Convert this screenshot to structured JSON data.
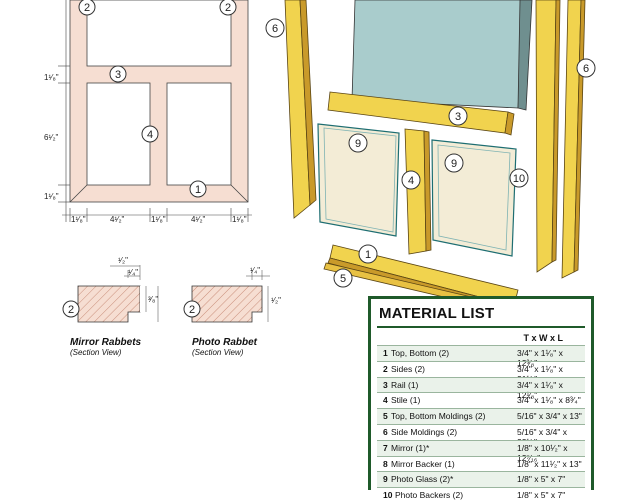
{
  "callouts": {
    "c2a": "2",
    "c2b": "2",
    "c3": "3",
    "c4": "4",
    "c1": "1",
    "e6l": "6",
    "e6r": "6",
    "e3": "3",
    "e9l": "9",
    "e9r": "9",
    "e4": "4",
    "e10": "10",
    "e1": "1",
    "e5": "5",
    "s2a": "2",
    "s2b": "2"
  },
  "dimensions": {
    "v1": "1¹⁄₈\"",
    "v2": "6¹⁄₂\"",
    "v3": "1¹⁄₈\"",
    "h1": "1¹⁄₈\"",
    "h2": "4¹⁄₂\"",
    "h3": "1¹⁄₈\"",
    "h4": "4¹⁄₂\"",
    "h5": "1¹⁄₈\"",
    "m1": "¹⁄₂\"",
    "m2": "¹⁄₄\"",
    "m3": "³⁄₈\"",
    "p1": "¹⁄₄\"",
    "p2": "¹⁄₂\""
  },
  "sections": {
    "mirror": {
      "title": "Mirror Rabbets",
      "subtitle": "(Section View)"
    },
    "photo": {
      "title": "Photo Rabbet",
      "subtitle": "(Section View)"
    }
  },
  "material_list": {
    "title": "MATERIAL LIST",
    "header": "T x W x L",
    "rows": [
      {
        "num": "1",
        "part": "Top, Bottom (2)",
        "dims": "3/4\" x 1¹⁄₈\" x 12³⁄₈\""
      },
      {
        "num": "2",
        "part": "Sides (2)",
        "dims": "3/4\" x 1¹⁄₈\" x 21¹⁄₈\""
      },
      {
        "num": "3",
        "part": "Rail (1)",
        "dims": "3/4\" x 1¹⁄₈\" x 12¹⁄₈\""
      },
      {
        "num": "4",
        "part": "Stile (1)",
        "dims": "3/4\" x 1¹⁄₈\" x 8³⁄₄\""
      },
      {
        "num": "5",
        "part": "Top, Bottom Moldings (2)",
        "dims": "5/16\" x 3/4\" x 13\""
      },
      {
        "num": "6",
        "part": "Side Moldings (2)",
        "dims": "5/16\" x 3/4\" x 22¹⁄₂\""
      },
      {
        "num": "7",
        "part": "Mirror (1)*",
        "dims": "1/8\" x 10¹⁄₂\" x 12⁷⁄₁₆\""
      },
      {
        "num": "8",
        "part": "Mirror Backer (1)",
        "dims": "1/8\" x 11¹⁄₂\" x 13\""
      },
      {
        "num": "9",
        "part": "Photo Glass (2)*",
        "dims": "1/8\" x 5\" x 7\""
      },
      {
        "num": "10",
        "part": "Photo Backers (2)",
        "dims": "1/8\" x 5\" x 7\""
      }
    ]
  },
  "colors": {
    "frame_front": "#f6ded2",
    "wood": "#f1d34e",
    "wood_dark": "#c99a2a",
    "glass": "#a9cccc",
    "glass_panel": "#f3ecd6",
    "panel_border": "#1f5a2a"
  }
}
